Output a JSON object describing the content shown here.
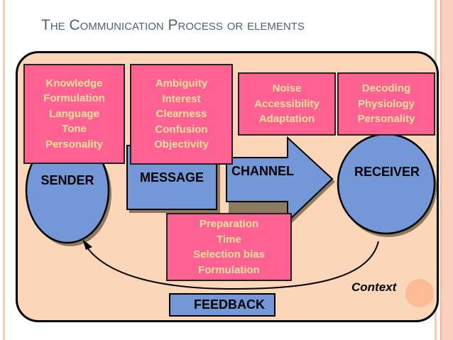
{
  "title": "The Communication Process or elements",
  "sender": "SENDER",
  "message": "MESSAGE",
  "channel": "CHANNEL",
  "receiver": "RECEIVER",
  "feedback": "FEEDBACK",
  "context": "Context",
  "sender_factors": [
    "Knowledge",
    "Formulation",
    "Language",
    "Tone",
    "Personality"
  ],
  "message_factors": [
    "Ambiguity",
    "Interest",
    "Clearness",
    "Confusion",
    "Objectivity"
  ],
  "channel_factors": [
    "Noise",
    "Accessibility",
    "Adaptation"
  ],
  "receiver_factors": [
    "Decoding",
    "Physiology",
    "Personality"
  ],
  "feedback_factors": [
    "Preparation",
    "Time",
    "Selection bias",
    "Formulation"
  ],
  "colors": {
    "frame": "#fcd6b8",
    "factor_box": "#ff6193",
    "factor_text": "#ffe49a",
    "element": "#7497d8"
  }
}
